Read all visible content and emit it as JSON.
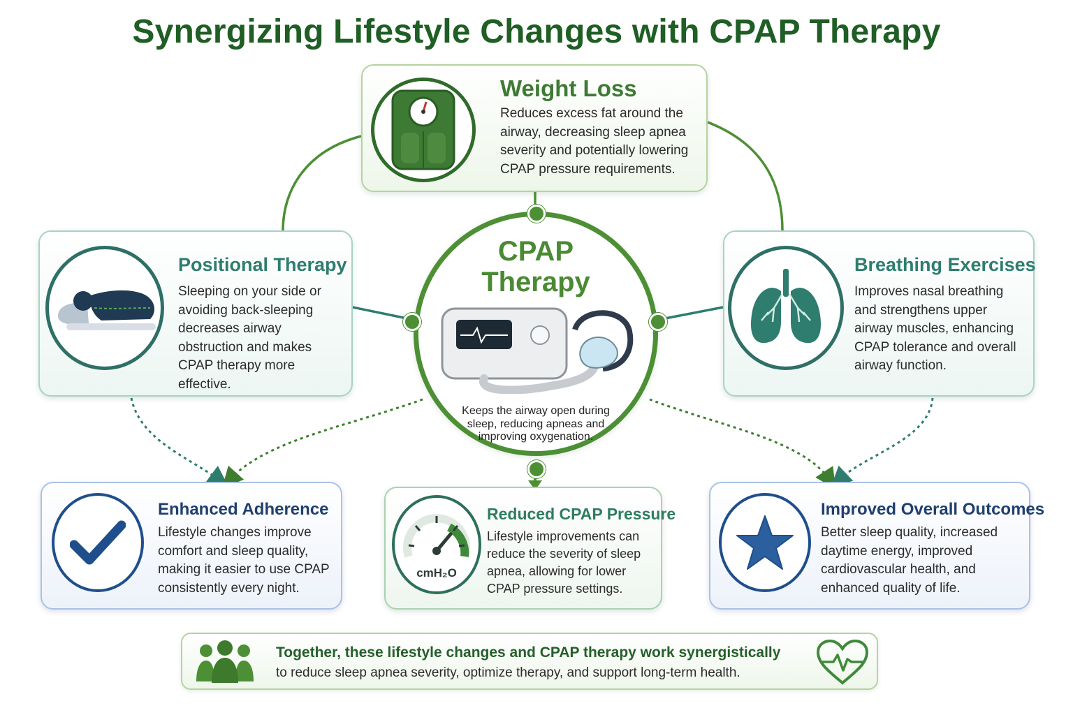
{
  "title": "Synergizing Lifestyle Changes with CPAP Therapy",
  "center": {
    "title_line1": "CPAP",
    "title_line2": "Therapy",
    "description": "Keeps the airway open during sleep, reducing apneas and improving oxygenation."
  },
  "cards": {
    "weight_loss": {
      "title": "Weight Loss",
      "text": "Reduces excess fat around the airway, decreasing sleep apnea severity and potentially lowering CPAP pressure requirements.",
      "icon": "bathroom-scale-icon"
    },
    "positional_therapy": {
      "title": "Positional Therapy",
      "text": "Sleeping on your side or avoiding back-sleeping decreases airway obstruction and makes CPAP therapy more effective.",
      "icon": "side-sleeper-icon"
    },
    "breathing_exercises": {
      "title": "Breathing Exercises",
      "text": "Improves nasal breathing and strengthens upper airway muscles, enhancing CPAP tolerance and overall airway function.",
      "icon": "lungs-icon"
    },
    "enhanced_adherence": {
      "title": "Enhanced Adherence",
      "text": "Lifestyle changes improve comfort and sleep quality, making it easier to use CPAP consistently every night.",
      "icon": "checkmark-icon"
    },
    "reduced_pressure": {
      "title": "Reduced CPAP Pressure",
      "text": "Lifestyle improvements can reduce the severity of sleep apnea, allowing for lower CPAP pressure settings.",
      "gauge_label": "cmH₂O",
      "icon": "pressure-gauge-icon"
    },
    "improved_outcomes": {
      "title": "Improved Overall Outcomes",
      "text": "Better sleep quality, increased daytime energy, improved cardiovascular health, and enhanced quality of life.",
      "icon": "star-icon"
    }
  },
  "footer": {
    "line1": "Together, these lifestyle changes and CPAP therapy work synergistically",
    "line2": "to reduce sleep apnea severity, optimize therapy, and support long-term health.",
    "left_icon": "group-people-icon",
    "right_icon": "heart-pulse-icon"
  },
  "colors": {
    "title_green": "#1f5e24",
    "accent_green": "#4d8f35",
    "teal": "#2e7d6f",
    "blue": "#1f4e8c"
  }
}
